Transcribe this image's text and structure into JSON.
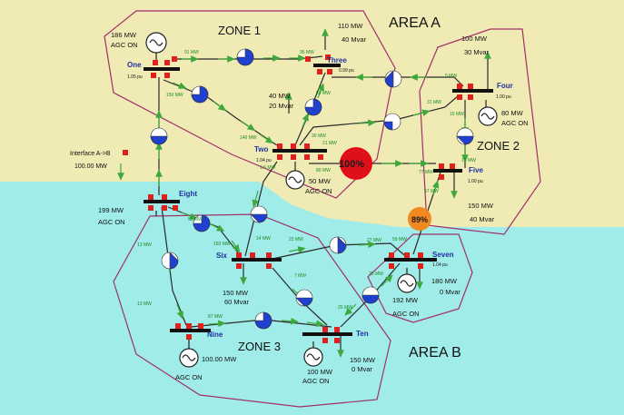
{
  "colors": {
    "area_a": "#f0ebb4",
    "area_b": "#a0ece8",
    "zone_border": "#a0306a",
    "line": "#2a2a2a",
    "arrow": "#3ea83c",
    "breaker": "#e0201c",
    "bus_label": "#2030a0",
    "pie_fill": "#2040d0",
    "overload_high": "#e0101a",
    "overload_mid": "#f08a20",
    "flow_label": "#1a8a20"
  },
  "areas": {
    "a": "AREA A",
    "b": "AREA B"
  },
  "zones": {
    "z1": "ZONE 1",
    "z2": "ZONE 2",
    "z3": "ZONE 3"
  },
  "buses": {
    "one": {
      "name": "One",
      "pu": "1.05 pu"
    },
    "two": {
      "name": "Two",
      "pu": "1.04 pu"
    },
    "three": {
      "name": "Three",
      "pu": "0.99 pu"
    },
    "four": {
      "name": "Four",
      "pu": "1.00 pu"
    },
    "five": {
      "name": "Five",
      "pu": "1.00 pu"
    },
    "six": {
      "name": "Six"
    },
    "seven": {
      "name": "Seven",
      "pu": "1.04 pu"
    },
    "eight": {
      "name": "Eight"
    },
    "nine": {
      "name": "Nine"
    },
    "ten": {
      "name": "Ten"
    }
  },
  "gens": {
    "one": {
      "mw": "186 MW",
      "agc": "AGC ON"
    },
    "two": {
      "mw": "50 MW",
      "agc": "AGC ON"
    },
    "four": {
      "mw": "80 MW",
      "agc": "AGC ON"
    },
    "eight": {
      "mw": "199 MW",
      "agc": "AGC ON"
    },
    "seven": {
      "mw": "192 MW",
      "agc": "AGC ON"
    },
    "nine": {
      "mw": "100.00 MW",
      "agc": "AGC ON"
    },
    "ten": {
      "mw": "100 MW",
      "agc": "AGC ON"
    }
  },
  "loads": {
    "three": {
      "mw": "110 MW",
      "mvar": "40 Mvar"
    },
    "four": {
      "mw": "100 MW",
      "mvar": "30 Mvar"
    },
    "two": {
      "mw": "40 MW",
      "mvar": "20 Mvar"
    },
    "five": {
      "mw": "150 MW",
      "mvar": "40 Mvar"
    },
    "six": {
      "mw": "150 MW",
      "mvar": "60 Mvar"
    },
    "seven": {
      "mw": "180 MW",
      "mvar": "0 Mvar"
    },
    "ten": {
      "mw": "150 MW",
      "mvar": "0 Mvar"
    }
  },
  "interface": {
    "label": "Interface A->B",
    "value": "100.00 MW"
  },
  "overloads": {
    "two_five": "100%",
    "seven_five": "89%"
  },
  "flows": {
    "f1": "91 MW",
    "f2": "95 MW",
    "f3": "150 MW",
    "f4": "146 MW",
    "f5": "89 MW",
    "f6": "30 MW",
    "f7": "5 MW",
    "f8": "31 MW",
    "f9": "21 MW",
    "f10": "15 MW",
    "f11": "80 MW",
    "f12": "1.5 MW",
    "f13": "77 MW",
    "f14": "15 MW",
    "f15": "57 MW",
    "f16": "55 MW",
    "f17": "13 MW",
    "f18": "150 MW",
    "f19": "14 MW",
    "f20": "22 MW",
    "f21": "27 MW",
    "f22": "59 MW",
    "f23": "7 MW",
    "f24": "25 MW",
    "f25": "25 MW",
    "f26": "13 MW",
    "f27": "87 MW"
  }
}
